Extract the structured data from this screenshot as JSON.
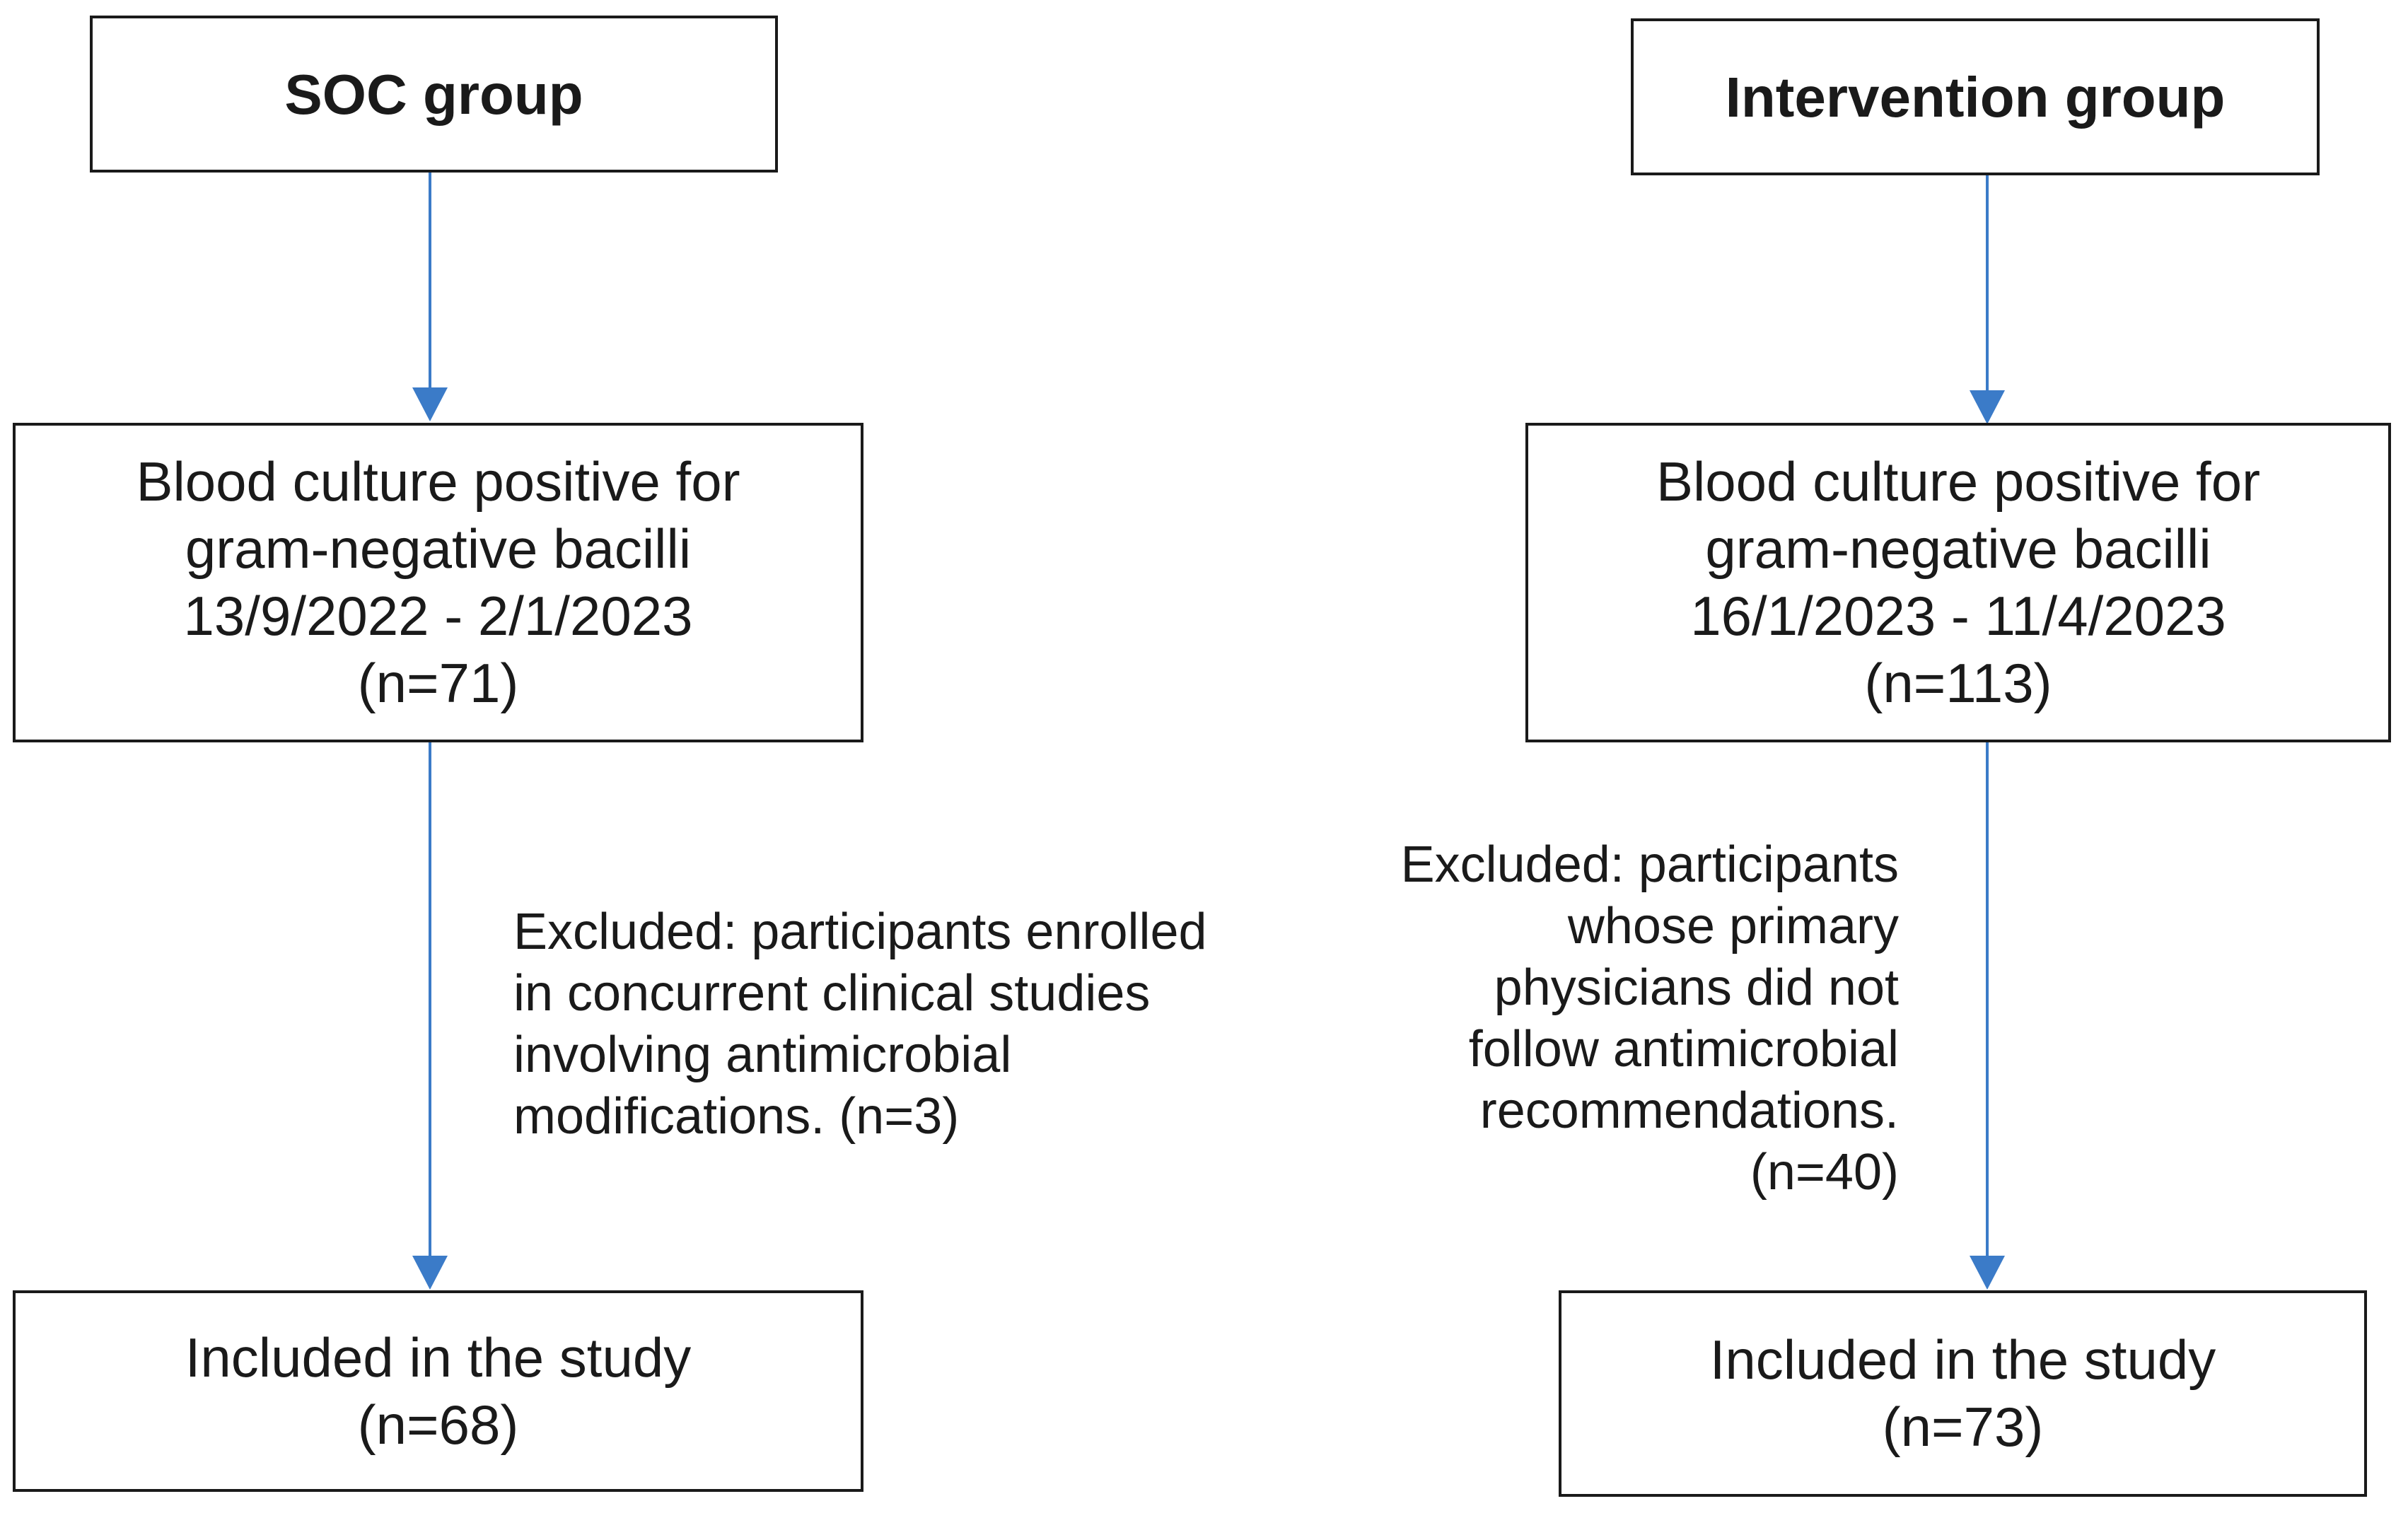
{
  "left": {
    "header": "SOC group",
    "source_lines": [
      "Blood culture positive for",
      "gram-negative bacilli",
      "13/9/2022 - 2/1/2023",
      "(n=71)"
    ],
    "excluded_lines": [
      "Excluded: participants enrolled",
      "in concurrent clinical studies",
      "involving antimicrobial",
      "modifications. (n=3)"
    ],
    "included_lines": [
      "Included in the study",
      "(n=68)"
    ]
  },
  "right": {
    "header": "Intervention group",
    "source_lines": [
      "Blood culture positive for",
      "gram-negative bacilli",
      "16/1/2023 - 11/4/2023",
      "(n=113)"
    ],
    "excluded_lines": [
      "Excluded: participants",
      "whose primary",
      "physicians did not",
      "follow antimicrobial",
      "recommendations.",
      "(n=40)"
    ],
    "included_lines": [
      "Included in the study",
      "(n=73)"
    ]
  },
  "colors": {
    "arrow": "#3b7bc8",
    "border": "#1a1a1a",
    "text": "#1a1a1a"
  }
}
